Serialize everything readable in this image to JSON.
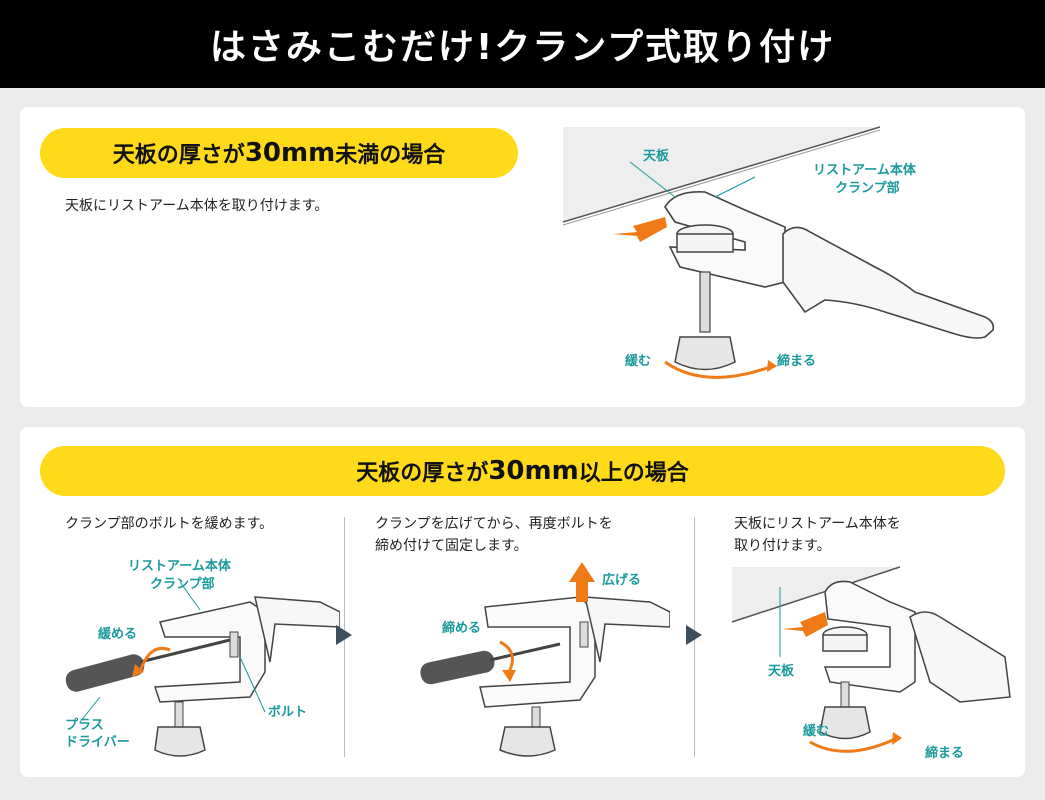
{
  "header": {
    "title": "はさみこむだけ!クランプ式取り付け"
  },
  "section1": {
    "heading_pre": "天板の厚さが",
    "heading_num": "30mm",
    "heading_post": "未満の場合",
    "description": "天板にリストアーム本体を取り付けます。",
    "labels": {
      "tabletop": "天板",
      "body_line1": "リストアーム本体",
      "body_line2": "クランプ部",
      "loosen": "緩む",
      "tighten": "締まる"
    }
  },
  "section2": {
    "heading_pre": "天板の厚さが",
    "heading_num": "30mm",
    "heading_post": "以上の場合",
    "steps": [
      {
        "desc_line1": "クランプ部のボルトを緩めます。",
        "desc_line2": "",
        "labels": {
          "body_line1": "リストアーム本体",
          "body_line2": "クランプ部",
          "loosen": "緩める",
          "bolt": "ボルト",
          "driver_line1": "プラス",
          "driver_line2": "ドライバー"
        }
      },
      {
        "desc_line1": "クランプを広げてから、再度ボルトを",
        "desc_line2": "締め付けて固定します。",
        "labels": {
          "widen": "広げる",
          "tighten": "締める"
        }
      },
      {
        "desc_line1": "天板にリストアーム本体を",
        "desc_line2": "取り付けます。",
        "labels": {
          "tabletop": "天板",
          "loosen": "緩む",
          "tighten": "締まる"
        }
      }
    ]
  },
  "colors": {
    "accent_yellow": "#ffda1a",
    "label_teal": "#1a9a9c",
    "arrow_orange": "#f07a16"
  }
}
